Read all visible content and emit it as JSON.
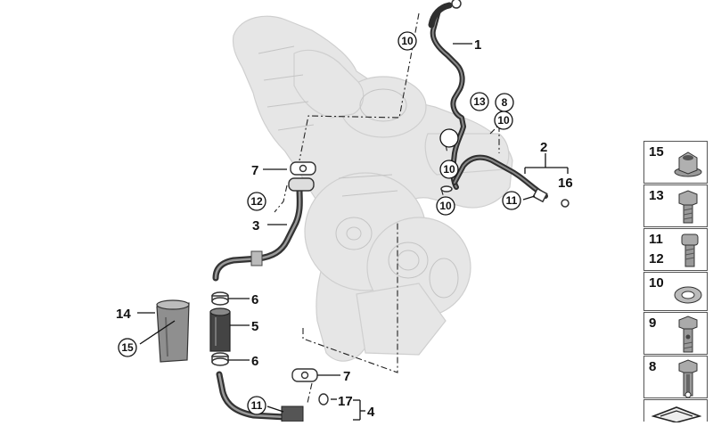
{
  "callouts": {
    "c1": "1",
    "c2": "2",
    "c3": "3",
    "c4": "4",
    "c5": "5",
    "c6a": "6",
    "c6b": "6",
    "c7a": "7",
    "c7b": "7",
    "c8": "8",
    "c10a": "10",
    "c10b": "10",
    "c10c": "10",
    "c10d": "10",
    "c11a": "11",
    "c11b": "11",
    "c12": "12",
    "c13": "13",
    "c14": "14",
    "c15": "15",
    "c16": "16",
    "c17": "17"
  },
  "sidebar": {
    "items": [
      {
        "label": "15",
        "icon": "flange-nut-icon"
      },
      {
        "label": "13",
        "icon": "hex-bolt-icon"
      },
      {
        "label": "11",
        "label2": "12",
        "icon": "socket-bolt-icon"
      },
      {
        "label": "10",
        "icon": "sealing-ring-icon"
      },
      {
        "label": "9",
        "icon": "banjo-bolt-icon"
      },
      {
        "label": "8",
        "icon": "hollow-bolt-icon"
      }
    ]
  }
}
